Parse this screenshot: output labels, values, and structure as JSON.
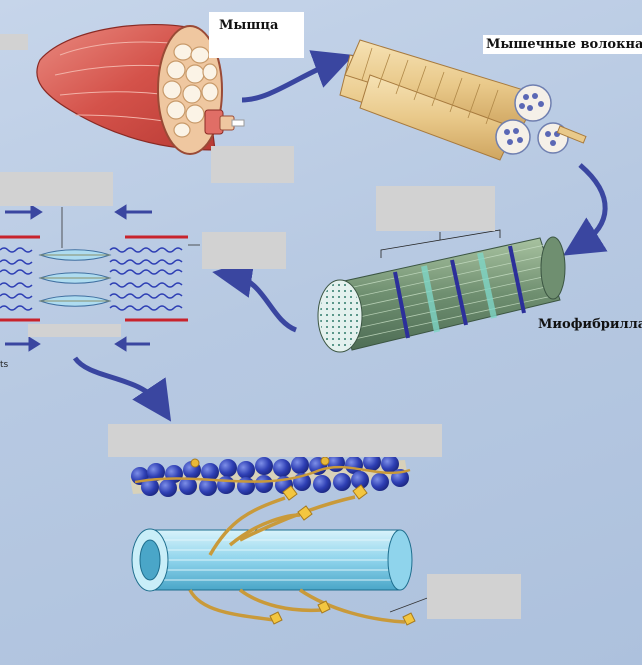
{
  "labels": {
    "muscle": "Мышца",
    "muscle_fibers": "Мышечные волокна",
    "myofibril": "Миофибрилла"
  },
  "edge_fragment": "ts"
}
